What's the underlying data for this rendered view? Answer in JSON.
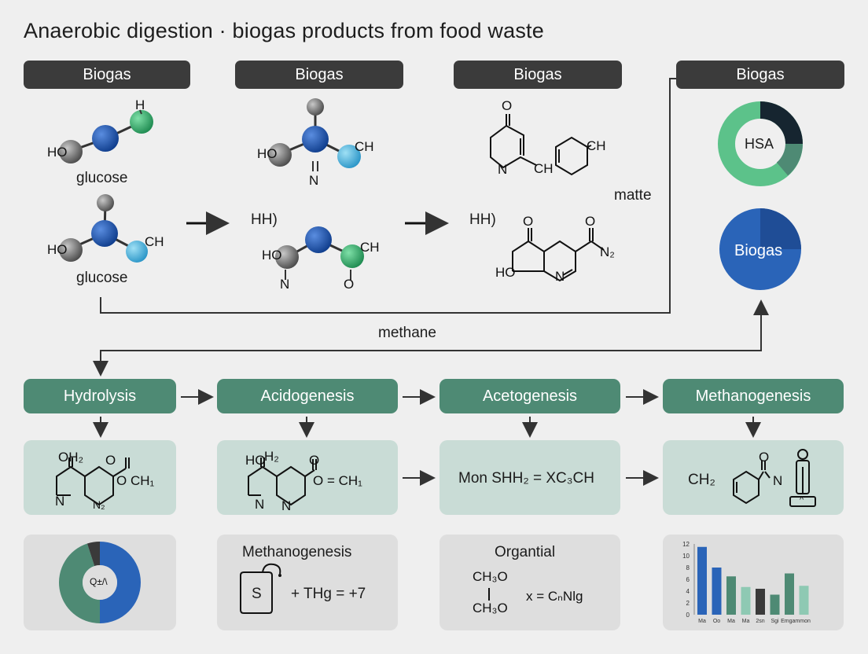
{
  "title": "Anaerobic digestion · biogas products from food waste",
  "top_pills": [
    "Biogas",
    "Biogas",
    "Biogas",
    "Biogas"
  ],
  "molecules": {
    "h": "H",
    "ho1": "HO",
    "glucose1": "glucose",
    "ho2": "HO",
    "ch2": "CH",
    "glucose2": "glucose",
    "ho3": "HO",
    "ch3": "CH",
    "n3": "N",
    "hh4": "HH)",
    "ho4": "HO",
    "n4": "N",
    "o4": "O",
    "ch4": "CH",
    "o5": "O",
    "n5": "N",
    "ch5": "CH",
    "ch6": "CH",
    "hh7": "HH)",
    "o7a": "O",
    "o7b": "O",
    "n2_7": "N₂",
    "ho7": "HO",
    "n7": "N"
  },
  "matte_label": "matte",
  "methane_label": "methane",
  "donut_label": "HSA",
  "pie_label": "Biogas",
  "stages": [
    "Hydrolysis",
    "Acidogenesis",
    "Acetogenesis",
    "Methanogenesis"
  ],
  "stage_boxes": {
    "b1": {
      "oh2": "OH₂",
      "o": "O",
      "ch1": "O CH₁",
      "n": "N",
      "n2": "N₂"
    },
    "b2": {
      "ho2": "HO",
      "h2": "H₂",
      "o": "O",
      "ch1": "O = CH₁",
      "n": "N",
      "n2": "N"
    },
    "b3": {
      "formula": "Mon SHH₂ = XC₃CH"
    },
    "b4": {
      "ch2": "CH₂",
      "o": "O",
      "n": "N",
      "caret": "^"
    }
  },
  "bottom": {
    "pie_label": "Q±/\\",
    "methano_title": "Methanogenesis",
    "s_label": "S",
    "methano_formula": "+ THg = +7",
    "organtial_title": "Organtial",
    "ch3o_top": "CH₃O",
    "ch3o_bottom": "CH₃O",
    "organtial_formula": "x = CₙNlg"
  },
  "chart_data": [
    {
      "type": "pie",
      "label": "Q±/\\",
      "values": [
        50,
        45,
        5
      ],
      "colors": [
        "#2a64b8",
        "#4e8a74",
        "#3a3a3a"
      ]
    },
    {
      "type": "bar",
      "categories": [
        "Ma",
        "Oo",
        "Ma",
        "Ma",
        "2sn",
        "Sgi",
        "Emgammon"
      ],
      "values": [
        11.5,
        8,
        6.5,
        4.7,
        4.4,
        3.4,
        7,
        4.9
      ],
      "colors": [
        "#2a64b8",
        "#2a64b8",
        "#4e8a74",
        "#8ec9b3",
        "#3a3a3a",
        "#4e8a74",
        "#4e8a74",
        "#8ec9b3"
      ],
      "y_ticks": [
        0,
        2,
        4,
        6,
        8,
        10,
        12
      ],
      "ylim": [
        0,
        12
      ]
    }
  ]
}
